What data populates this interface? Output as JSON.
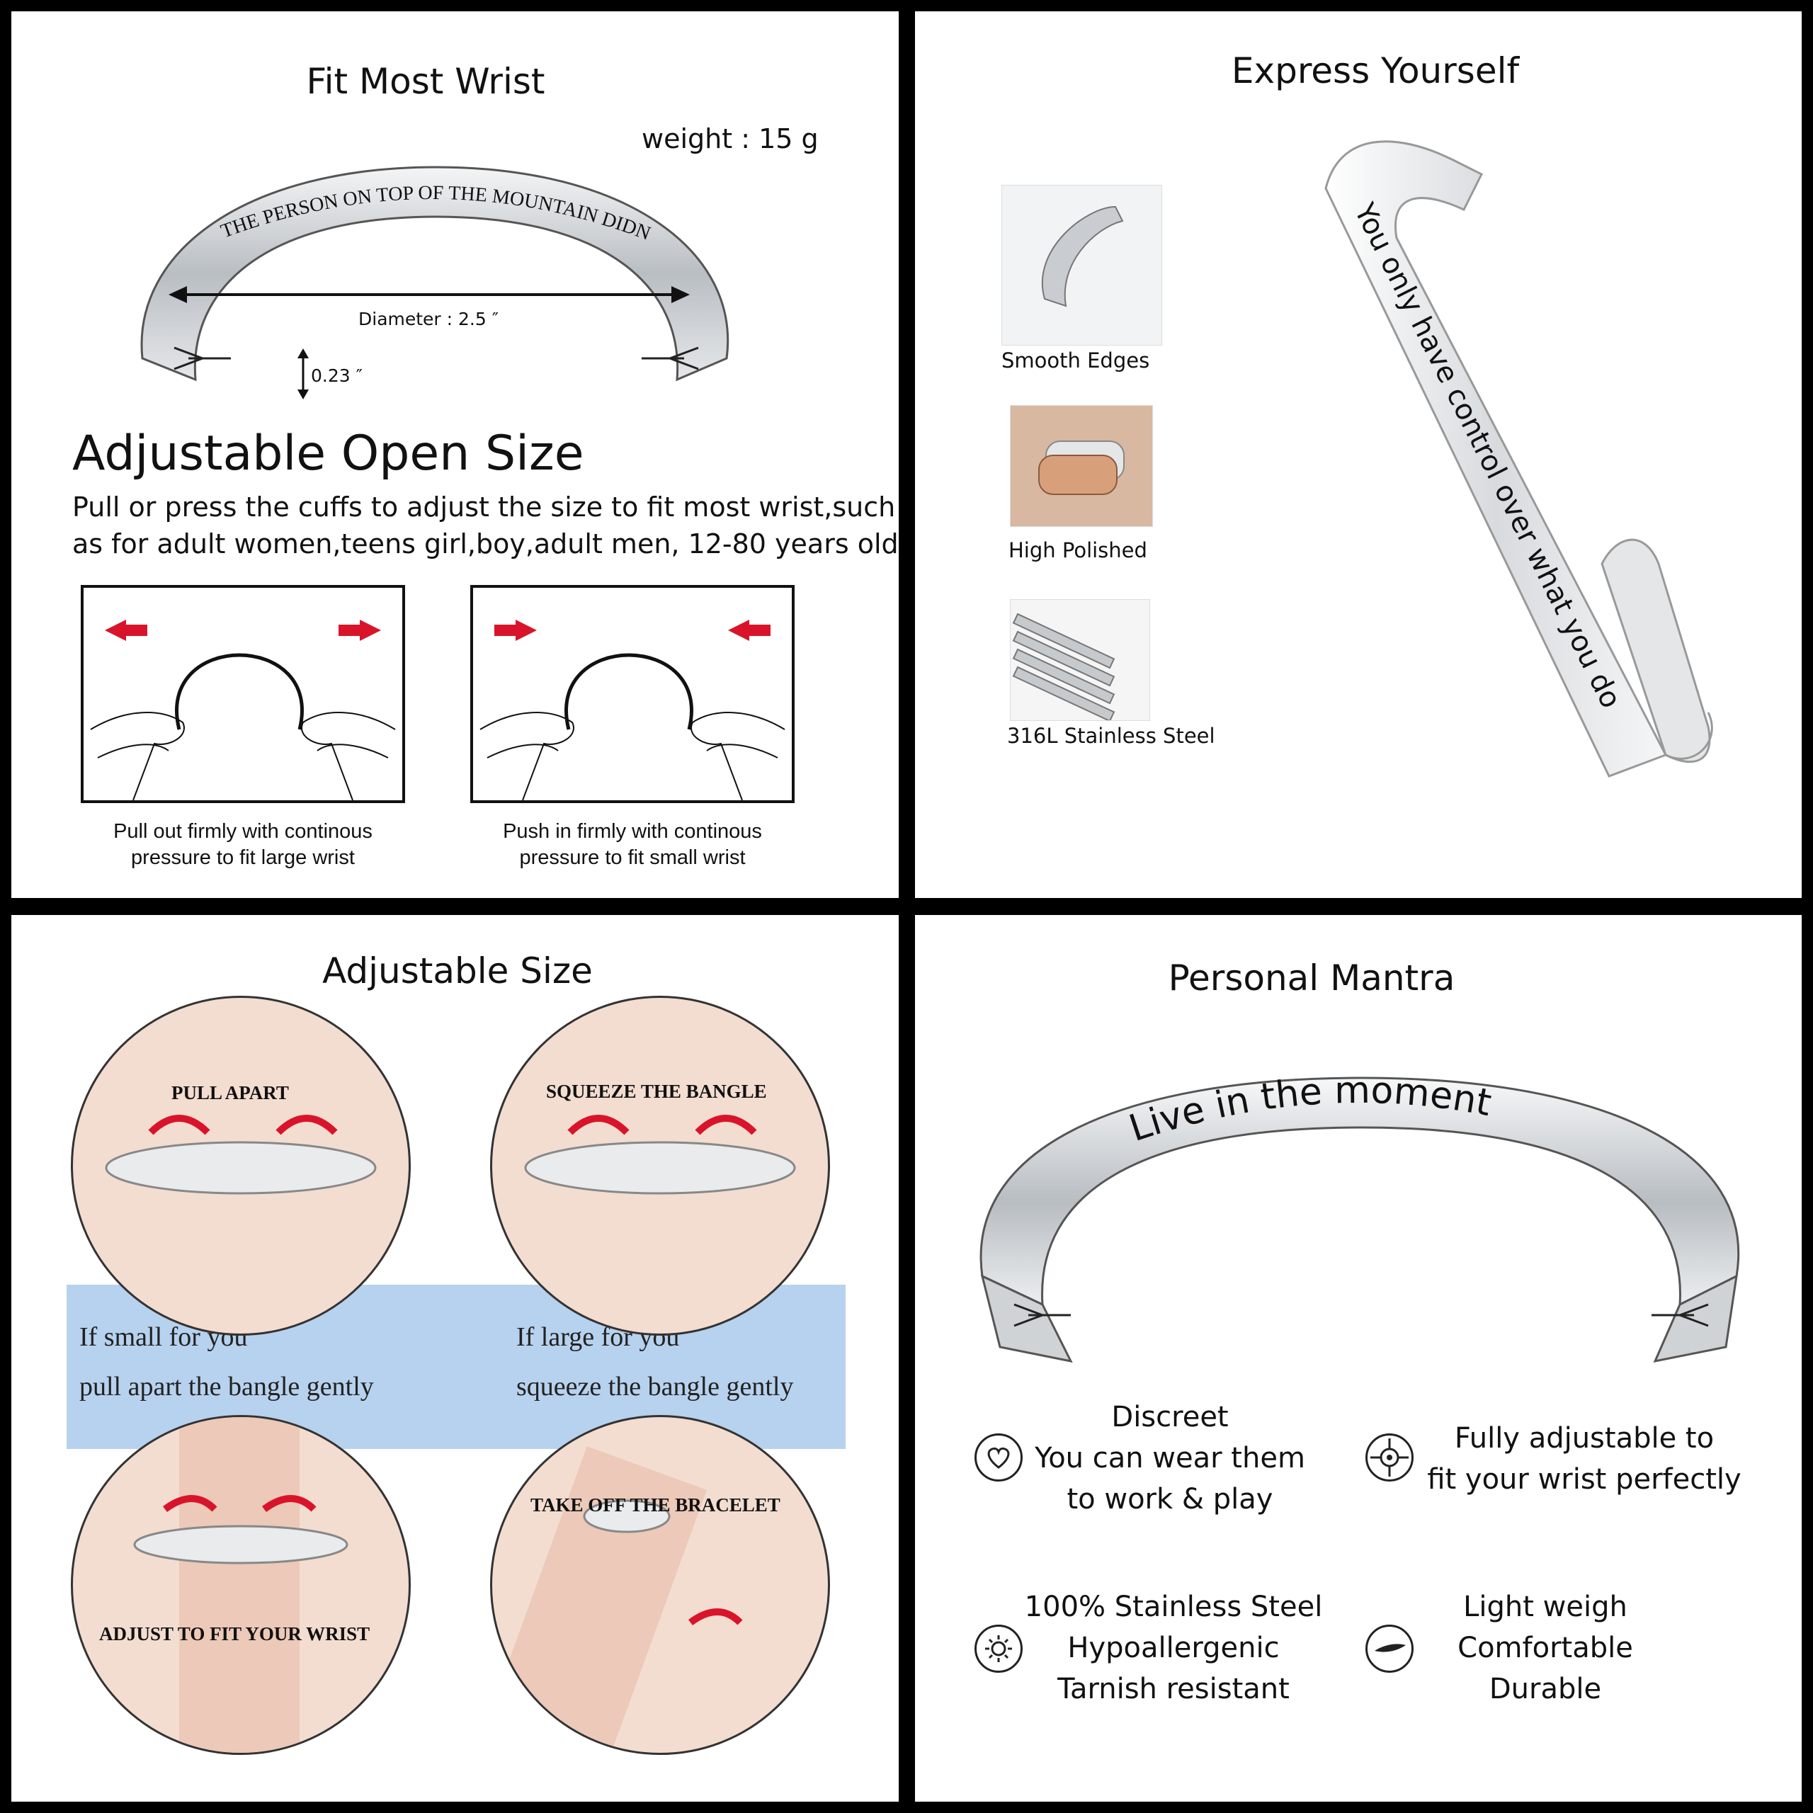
{
  "panel1": {
    "title": "Fit Most Wrist",
    "weight": "weight : 15 g",
    "engraving": "THE PERSON ON TOP OF THE MOUNTAIN DIDN'T FALL THERE",
    "diameter": "Diameter : 2.5 ″",
    "width": "0.23 ″",
    "heading": "Adjustable Open Size",
    "desc_line1": "Pull or press the cuffs to adjust the size to fit most wrist,such",
    "desc_line2": "as for adult women,teens girl,boy,adult men, 12-80 years old",
    "left_caption_line1": "Pull out firmly with continous",
    "left_caption_line2": "pressure to fit large wrist",
    "right_caption_line1": "Push in firmly with continous",
    "right_caption_line2": "pressure to fit small wrist"
  },
  "panel2": {
    "title": "Express Yourself",
    "features": [
      {
        "label": "Smooth Edges"
      },
      {
        "label": "High Polished"
      },
      {
        "label": "316L Stainless Steel"
      }
    ],
    "engraving": "You only have control over what you do"
  },
  "panel3": {
    "title": "Adjustable Size",
    "circle1": "PULL APART",
    "circle2": "SQUEEZE THE BANGLE",
    "circle3": "ADJUST TO FIT YOUR WRIST",
    "circle4": "TAKE OFF THE BRACELET",
    "left_line1": "If small for you",
    "left_line2": "pull apart the bangle gently",
    "right_line1": "If large for you",
    "right_line2": "squeeze the bangle gently"
  },
  "panel4": {
    "title": "Personal Mantra",
    "engraving": "Live in the moment",
    "f1_l1": "Discreet",
    "f1_l2": "You can wear them",
    "f1_l3": "to work  & play",
    "f2_l1": "Fully adjustable to",
    "f2_l2": "fit your wrist perfectly",
    "f3_l1": "100% Stainless Steel",
    "f3_l2": "Hypoallergenic",
    "f3_l3": "Tarnish resistant",
    "f4_l1": "Light weigh",
    "f4_l2": "Comfortable",
    "f4_l3": "Durable"
  },
  "colors": {
    "arrow_red": "#d9142a",
    "blue_band": "#b7d2ee",
    "steel": "#c8ccd0"
  }
}
